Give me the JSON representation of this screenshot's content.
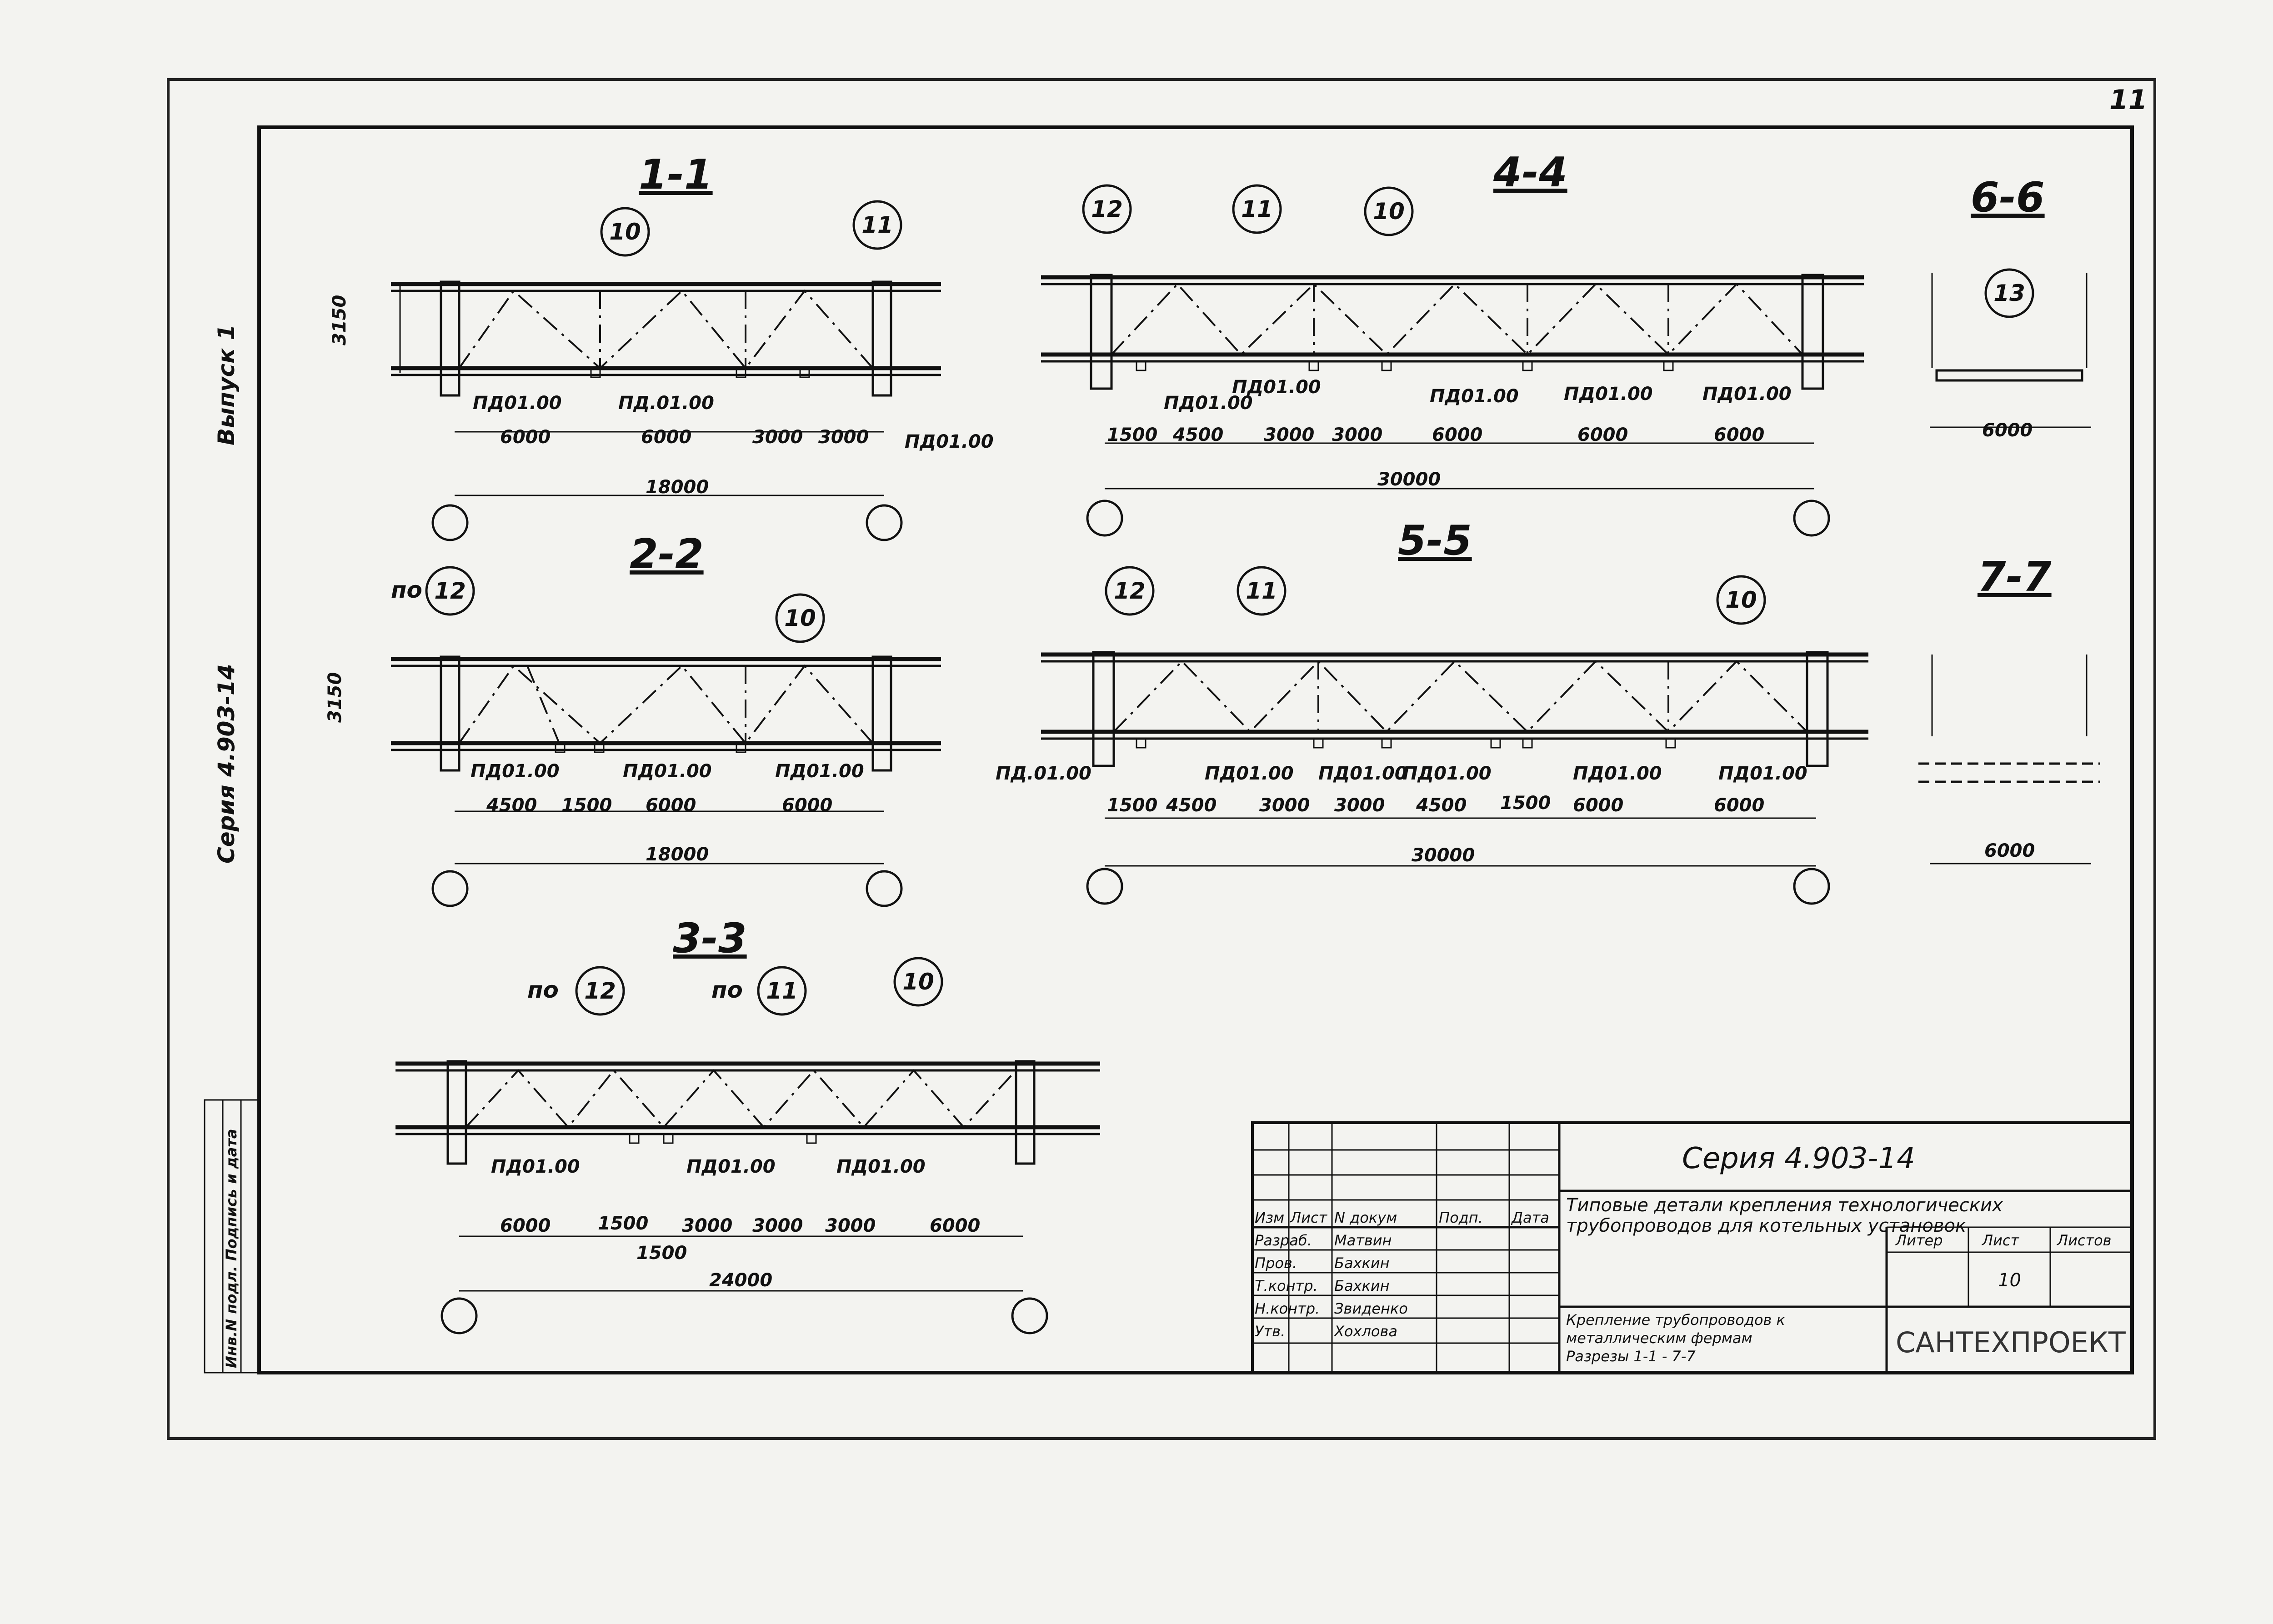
{
  "sheet": {
    "page_number": "11",
    "side_text": {
      "issue": "Выпуск 1",
      "series": "Серия 4.903-14"
    },
    "stamp_column": "Инв.N подл. Подпись и дата"
  },
  "sections": {
    "s11": {
      "title": "1-1",
      "height": "3150",
      "marks": [
        "ПД01.00",
        "ПД.01.00",
        "ПД01.00"
      ],
      "dims": [
        "6000",
        "6000",
        "3000",
        "3000"
      ],
      "total": "18000",
      "bubbles": [
        "10",
        "11"
      ]
    },
    "s22": {
      "title": "2-2",
      "height": "3150",
      "prefix": "по",
      "marks": [
        "ПД01.00",
        "ПД01.00",
        "ПД01.00"
      ],
      "dims": [
        "4500",
        "1500",
        "6000",
        "6000"
      ],
      "total": "18000",
      "bubbles": [
        "12",
        "10"
      ]
    },
    "s33": {
      "title": "3-3",
      "prefix1": "по",
      "prefix2": "по",
      "marks": [
        "ПД01.00",
        "ПД01.00",
        "ПД01.00"
      ],
      "dims": [
        "6000",
        "1500",
        "3000",
        "3000",
        "3000",
        "6000"
      ],
      "dim_extra": "1500",
      "total": "24000",
      "bubbles": [
        "12",
        "11",
        "10"
      ]
    },
    "s44": {
      "title": "4-4",
      "marks": [
        "ПД01.00",
        "ПД01.00",
        "ПД01.00",
        "ПД01.00",
        "ПД01.00"
      ],
      "dims": [
        "1500",
        "4500",
        "3000",
        "3000",
        "6000",
        "6000",
        "6000"
      ],
      "total": "30000",
      "bubbles": [
        "12",
        "11",
        "10"
      ]
    },
    "s55": {
      "title": "5-5",
      "marks": [
        "ПД.01.00",
        "ПД01.00",
        "ПД01.00",
        "ПД01.00",
        "ПД01.00",
        "ПД01.00"
      ],
      "dims": [
        "1500",
        "4500",
        "3000",
        "3000",
        "4500",
        "1500",
        "6000",
        "6000"
      ],
      "total": "30000",
      "bubbles": [
        "12",
        "11",
        "10"
      ]
    },
    "s66": {
      "title": "6-6",
      "dim": "6000",
      "bubble": "13"
    },
    "s77": {
      "title": "7-7",
      "dim": "6000"
    }
  },
  "title_block": {
    "series": "Серия 4.903-14",
    "title_line1": "Типовые детали крепления технологических",
    "title_line2": "трубопроводов для котельных установок",
    "headers": [
      "Изм",
      "Лист",
      "N докум",
      "Подп.",
      "Дата"
    ],
    "roles": [
      "Разраб.",
      "Пров.",
      "Т.контр.",
      "Н.контр.",
      "Утв."
    ],
    "names": [
      "Матвин",
      "Бахкин",
      "Бахкин",
      "Звиденко",
      "Хохлова"
    ],
    "col_labels": [
      "Литер",
      "Лист",
      "Листов"
    ],
    "sheet": "10",
    "sheet_title_line1": "Крепление трубопроводов к",
    "sheet_title_line2": "металлическим фермам",
    "sheet_title_line3": "Разрезы 1-1 - 7-7",
    "organization": "САНТЕХПРОЕКТ"
  }
}
